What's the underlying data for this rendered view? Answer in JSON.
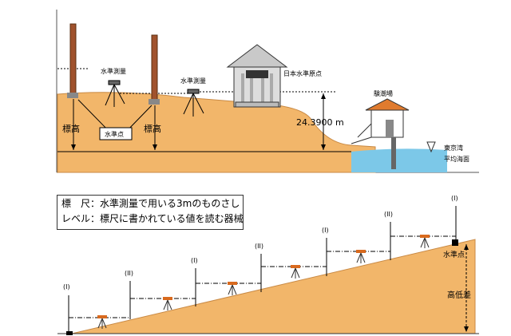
{
  "top_figure": {
    "label_level_instrument_left": "水準測量",
    "label_level_instrument_right": "水準測量",
    "label_benchmark": "水準点",
    "label_staff_height_left": "標高",
    "label_staff_height_right": "標高",
    "label_origin": "日本水準原点",
    "label_height_value": "24.3900 m",
    "label_tide_station": "験潮場",
    "label_sea_1": "東京湾",
    "label_sea_2": "平均海面"
  },
  "definitions": {
    "line1": "標　尺：水準測量で用いる3mのものさし",
    "line2": "レベル：標尺に書かれている値を読む器械"
  },
  "bottom_figure": {
    "staff_marks": [
      "(I)",
      "(II)",
      "(I)",
      "(II)",
      "(I)",
      "(II)",
      "(I)"
    ],
    "label_benchmark": "水準点",
    "label_height_difference": "高低差"
  },
  "colors": {
    "ground": "#f2b66a",
    "ground_edge": "#c98a45",
    "staff": "#a0522d",
    "sea": "#7cc8e8",
    "roof": "#e07b2e"
  }
}
